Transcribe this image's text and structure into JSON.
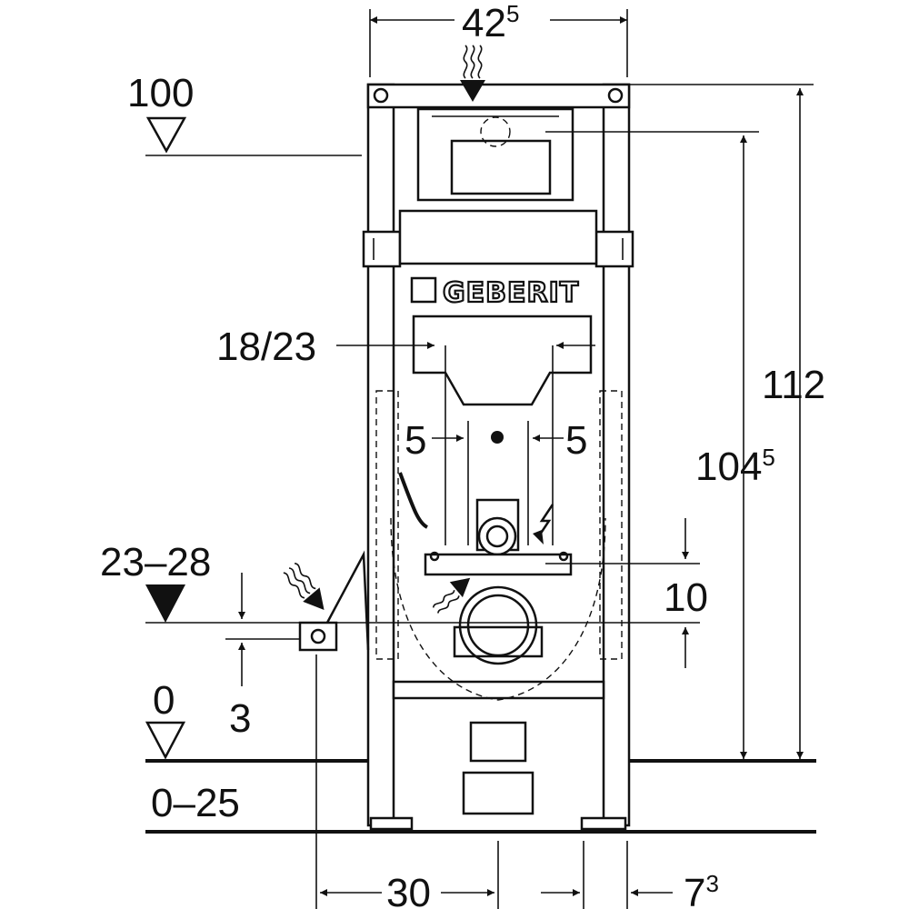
{
  "brand": {
    "logo_text": "GEBERIT",
    "color": "#111111"
  },
  "dimensions": {
    "width_top": {
      "main": "42",
      "sup": "5"
    },
    "level_100": "100",
    "height_112": "112",
    "height_104_5": {
      "main": "104",
      "sup": "5"
    },
    "spacing_18_23": "18/23",
    "offset_left_5": "5",
    "offset_right_5": "5",
    "range_23_28": "23–28",
    "value_10": "10",
    "value_3": "3",
    "level_0": "0",
    "range_0_25": "0–25",
    "bottom_30": "30",
    "bottom_7_3": {
      "main": "7",
      "sup": "3"
    }
  },
  "icons": {
    "water_inlet_top": "water-wave-icon",
    "water_inlet_left": "water-wave-icon",
    "water_inlet_mid": "water-wave-icon",
    "electric": "lightning-icon",
    "level_markers": "triangle-level-icon"
  }
}
